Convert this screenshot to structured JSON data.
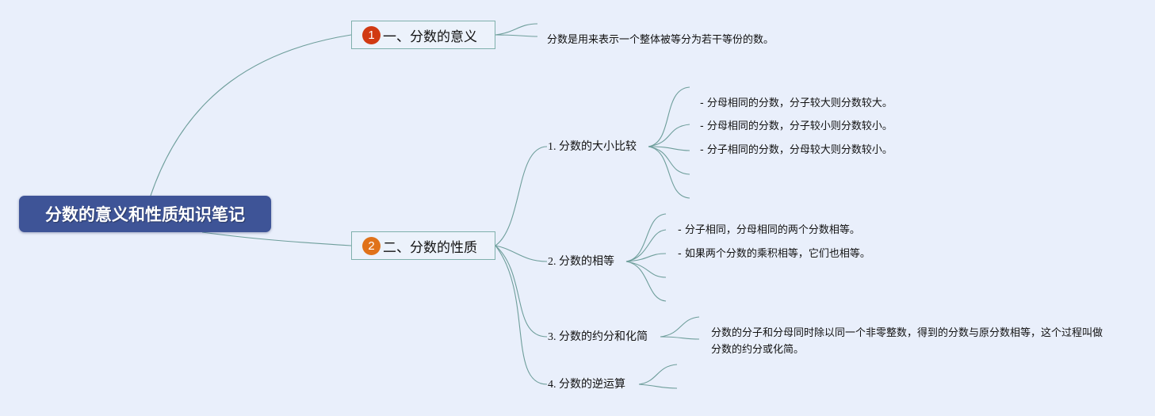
{
  "root": {
    "title": "分数的意义和性质知识笔记"
  },
  "branches": [
    {
      "marker": "1",
      "label": "一、分数的意义",
      "leaf": "分数是用来表示一个整体被等分为若干等份的数。"
    },
    {
      "marker": "2",
      "label": "二、分数的性质",
      "children": [
        {
          "label": "1. 分数的大小比较",
          "leaves": [
            "- 分母相同的分数，分子较大则分数较大。",
            "- 分母相同的分数，分子较小则分数较小。",
            "- 分子相同的分数，分母较大则分数较小。"
          ]
        },
        {
          "label": "2. 分数的相等",
          "leaves": [
            "- 分子相同，分母相同的两个分数相等。",
            "- 如果两个分数的乘积相等，它们也相等。"
          ]
        },
        {
          "label": "3. 分数的约分和化简",
          "leaf": "分数的分子和分母同时除以同一个非零整数，得到的分数与原分数相等，这个过程叫做分数的约分或化简。"
        },
        {
          "label": "4. 分数的逆运算"
        }
      ]
    }
  ],
  "colors": {
    "background": "#e9effb",
    "root_fill": "#3e5497",
    "connector": "#6e9e9b",
    "marker_1": "#d13a12",
    "marker_2": "#e0721a"
  }
}
